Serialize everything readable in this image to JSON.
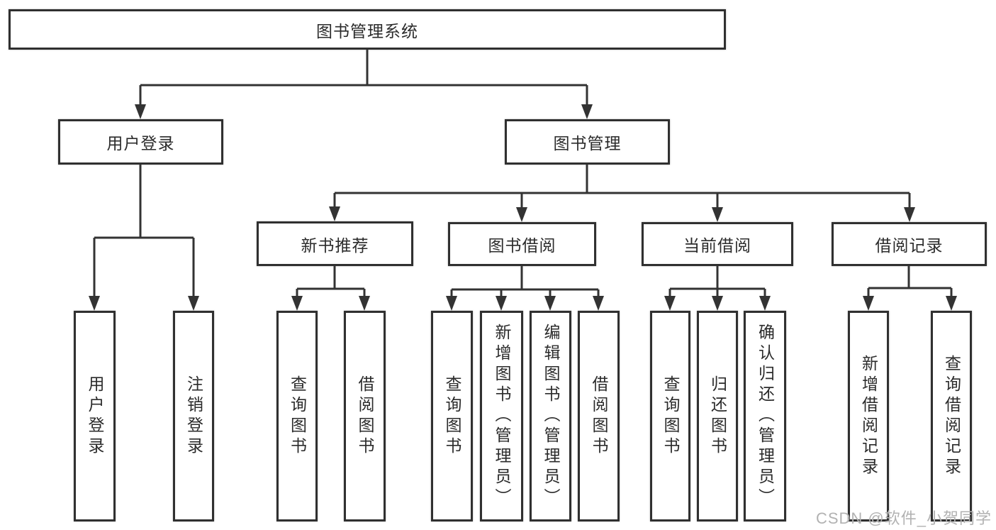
{
  "diagram_title": "图书管理系统",
  "colors": {
    "line": "#333333",
    "box_border": "#303030",
    "box_background": "#ffffff",
    "text": "#2b2b2b",
    "watermark": "#b2b2b2"
  },
  "watermark": {
    "text": "CSDN @软件_小贺同学"
  },
  "nodes": {
    "root": {
      "label": "图书管理系统"
    },
    "login": {
      "label": "用户登录"
    },
    "mgmt": {
      "label": "图书管理"
    },
    "newbook": {
      "label": "新书推荐"
    },
    "borrow": {
      "label": "图书借阅"
    },
    "current": {
      "label": "当前借阅"
    },
    "records": {
      "label": "借阅记录"
    },
    "a1": {
      "label": "用户登录"
    },
    "a2": {
      "label": "注销登录"
    },
    "b1": {
      "label": "查询图书"
    },
    "b2": {
      "label": "借阅图书"
    },
    "c1": {
      "label": "查询图书"
    },
    "c2": {
      "label": "新增图书（管理员）"
    },
    "c3": {
      "label": "编辑图书（管理员）"
    },
    "c4": {
      "label": "借阅图书"
    },
    "d1": {
      "label": "查询图书"
    },
    "d2": {
      "label": "归还图书"
    },
    "d3": {
      "label": "确认归还（管理员）"
    },
    "e1": {
      "label": "新增借阅记录"
    },
    "e2": {
      "label": "查询借阅记录"
    }
  }
}
